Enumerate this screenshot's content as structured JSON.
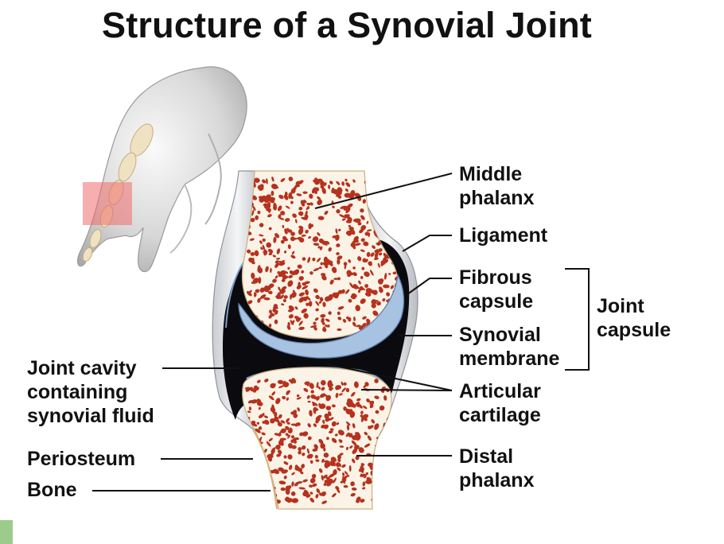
{
  "title": "Structure of a Synovial Joint",
  "labels": {
    "middle_phalanx": [
      "Middle",
      "phalanx"
    ],
    "ligament": "Ligament",
    "fibrous_capsule": [
      "Fibrous",
      "capsule"
    ],
    "joint_capsule": [
      "Joint",
      "capsule"
    ],
    "synovial_membrane": [
      "Synovial",
      "membrane"
    ],
    "articular_cartilage": [
      "Articular",
      "cartilage"
    ],
    "distal_phalanx": [
      "Distal",
      "phalanx"
    ],
    "joint_cavity": [
      "Joint cavity",
      "containing",
      "synovial fluid"
    ],
    "periosteum": "Periosteum",
    "bone": "Bone"
  },
  "colors": {
    "bone_fill": "#fbf3e6",
    "spongy_bone": "#b5321e",
    "cartilage": "#a8c2e2",
    "cavity": "#0b0b0f",
    "capsule": "#d6d8dc",
    "highlight_box": "#ee6b6b",
    "corner_tab": "#9ccc8c"
  }
}
